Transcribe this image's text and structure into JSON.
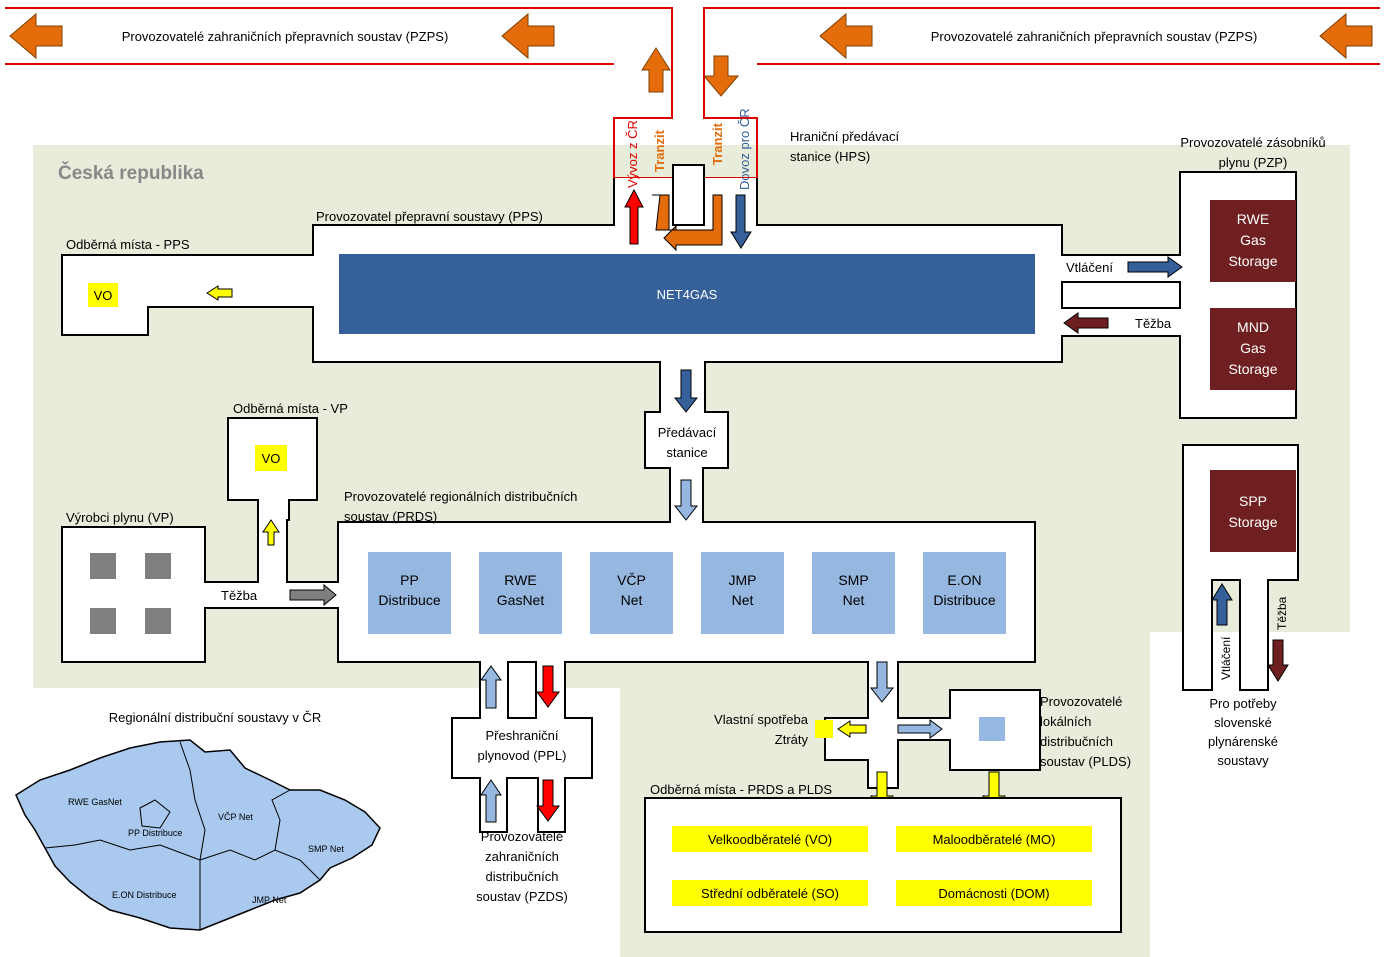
{
  "top_left_label": "Provozovatelé zahraničních přepravních soustav (PZPS)",
  "top_right_label": "Provozovatelé zahraničních přepravních soustav (PZPS)",
  "border_flows": {
    "export": "Vývoz z ČR",
    "transit_out": "Tranzit",
    "transit_in": "Tranzit",
    "import": "Dovoz pro ČR"
  },
  "hps": {
    "line1": "Hraniční předávací",
    "line2": "stanice (HPS)"
  },
  "country": "Česká republika",
  "pps_label": "Provozovatel přepravní soustavy (PPS)",
  "net4gas": "NET4GAS",
  "odber_pps": {
    "title": "Odběrná místa - PPS",
    "vo": "VO"
  },
  "pzp": {
    "title_line1": "Provozovatelé zásobníků",
    "title_line2": "plynu (PZP)",
    "rwe": [
      "RWE",
      "Gas",
      "Storage"
    ],
    "mnd": [
      "MND",
      "Gas",
      "Storage"
    ],
    "injection": "Vtláčení",
    "extraction": "Těžba"
  },
  "spp": {
    "storage": [
      "SPP",
      "Storage"
    ],
    "injection": "Vtláčení",
    "extraction": "Těžba",
    "note": [
      "Pro potřeby",
      "slovenské",
      "plynárenské",
      "soustavy"
    ]
  },
  "predavaci": [
    "Předávací",
    "stanice"
  ],
  "odber_vp": {
    "title": "Odběrná místa - VP",
    "vo": "VO"
  },
  "vp": {
    "title": "Výrobci plynu (VP)",
    "extraction": "Těžba"
  },
  "prds": {
    "title_line1": "Provozovatelé regionálních distribučních",
    "title_line2": "soustav (PRDS)",
    "operators": [
      [
        "PP",
        "Distribuce"
      ],
      [
        "RWE",
        "GasNet"
      ],
      [
        "VČP",
        "Net"
      ],
      [
        "JMP",
        "Net"
      ],
      [
        "SMP",
        "Net"
      ],
      [
        "E.ON",
        "Distribuce"
      ]
    ]
  },
  "ppl": [
    "Přeshraniční",
    "plynovod (PPL)"
  ],
  "pzds": [
    "Provozovatelé",
    "zahraničních",
    "distribučních",
    "soustav (PZDS)"
  ],
  "own_use": [
    "Vlastní spotřeba",
    "Ztráty"
  ],
  "plds": [
    "Provozovatelé",
    "lokálních",
    "distribučních",
    "soustav (PLDS)"
  ],
  "odber_final": {
    "title": "Odběrná místa - PRDS a PLDS",
    "items": [
      "Velkoodběratelé (VO)",
      "Maloodběratelé (MO)",
      "Střední odběratelé (SO)",
      "Domácnosti (DOM)"
    ]
  },
  "map": {
    "title": "Regionální distribuční soustavy v ČR",
    "regions": [
      "RWE GasNet",
      "PP Distribuce",
      "VČP Net",
      "SMP Net",
      "E.ON Distribuce",
      "JMP Net"
    ]
  },
  "colors": {
    "background_area": "#e8ecda",
    "net4gas": "#36609a",
    "storage": "#6f1f1f",
    "operator_box": "#96b7e0",
    "consumer": "#ffff00",
    "border_arrow": "#e46c0a",
    "pipe_outline": "#000000",
    "border_outline": "#e00000",
    "map_fill": "#a9c9ef"
  }
}
